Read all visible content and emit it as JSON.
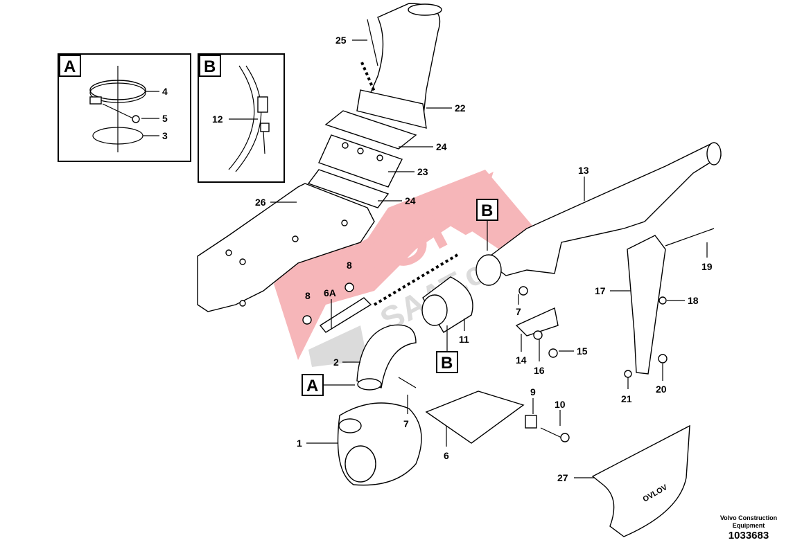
{
  "watermark": {
    "line1": "TORK",
    "line2": "SAAT.com",
    "color_red": "#e8303a",
    "color_gray": "#9a9a9a"
  },
  "insets": [
    {
      "letter": "A",
      "labels": [
        "4",
        "5",
        "3"
      ]
    },
    {
      "letter": "B",
      "labels": [
        "12"
      ]
    }
  ],
  "callouts": {
    "b_top": "B",
    "b_bottom": "B",
    "a_main": "A"
  },
  "labels": {
    "p25": "25",
    "p22": "22",
    "p24a": "24",
    "p23": "23",
    "p24b": "24",
    "p26": "26",
    "p13": "13",
    "p19": "19",
    "p18": "18",
    "p17": "17",
    "p15": "15",
    "p16": "16",
    "p14": "14",
    "p7a": "7",
    "p11": "11",
    "p8a": "8",
    "p8b": "8",
    "p6A": "6A",
    "p2": "2",
    "p7b": "7",
    "p9": "9",
    "p10": "10",
    "p6": "6",
    "p1": "1",
    "p20": "20",
    "p21": "21",
    "p27": "27"
  },
  "footer": {
    "company": "Volvo Construction",
    "company2": "Equipment",
    "drawing_number": "1033683"
  }
}
